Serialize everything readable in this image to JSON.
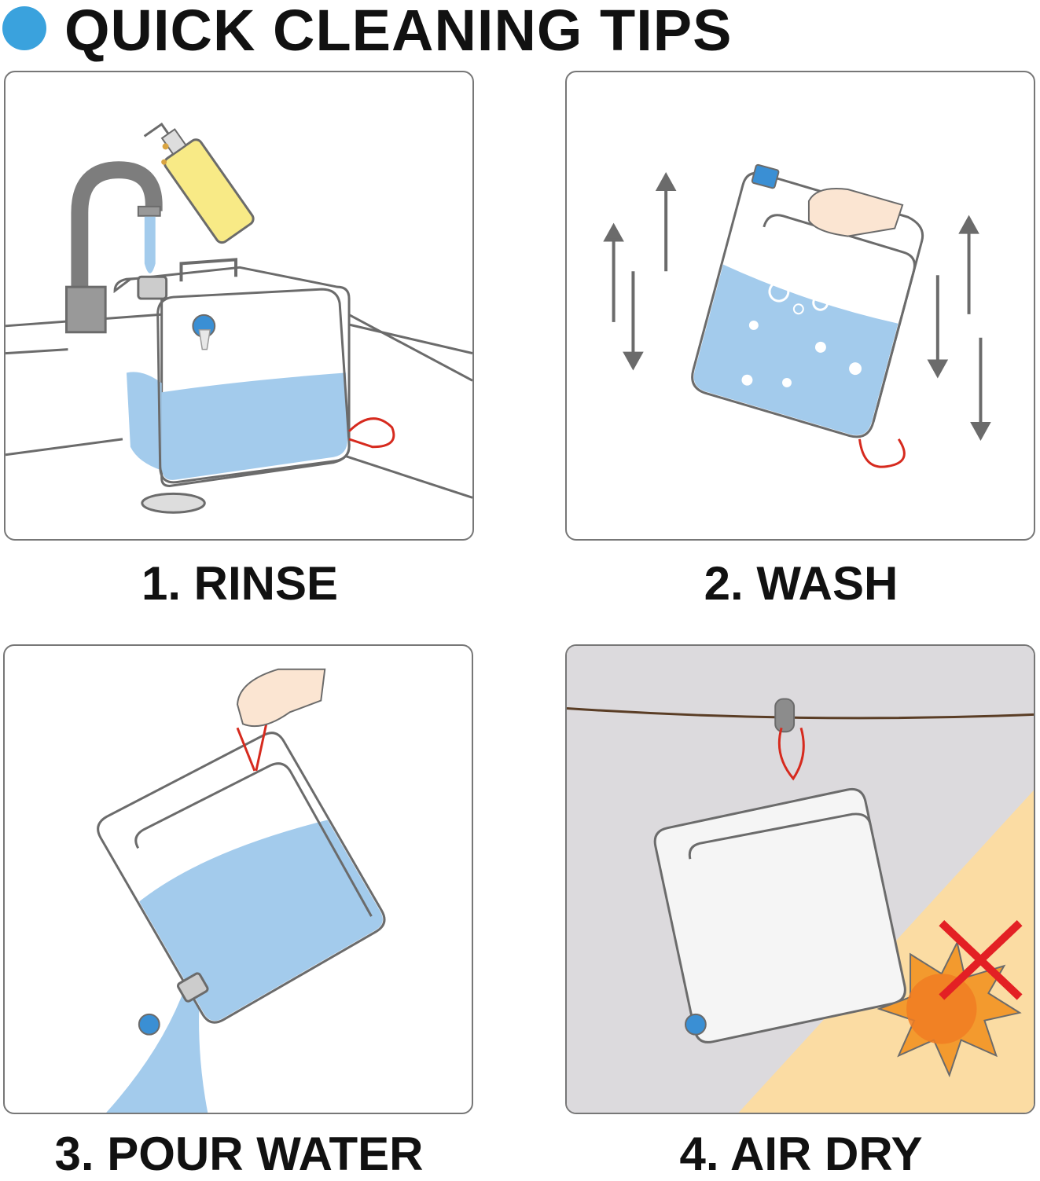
{
  "header": {
    "title": "QUICK CLEANING TIPS",
    "bullet_color": "#3aa2dd"
  },
  "steps": [
    {
      "label": "1. RINSE",
      "icon": "rinse-illustration"
    },
    {
      "label": "2. WASH",
      "icon": "wash-illustration"
    },
    {
      "label": "3. POUR WATER",
      "icon": "pour-water-illustration"
    },
    {
      "label": "4. AIR DRY",
      "icon": "air-dry-illustration"
    }
  ],
  "colors": {
    "water": "#a3cbec",
    "outline": "#6b6b6b",
    "strap": "#d62a1e",
    "soap": "#f8ea86",
    "sun": "#f39a2e",
    "dry_background": "#dcdadd",
    "sun_glow": "#fbdca3",
    "cross": "#e32024"
  }
}
